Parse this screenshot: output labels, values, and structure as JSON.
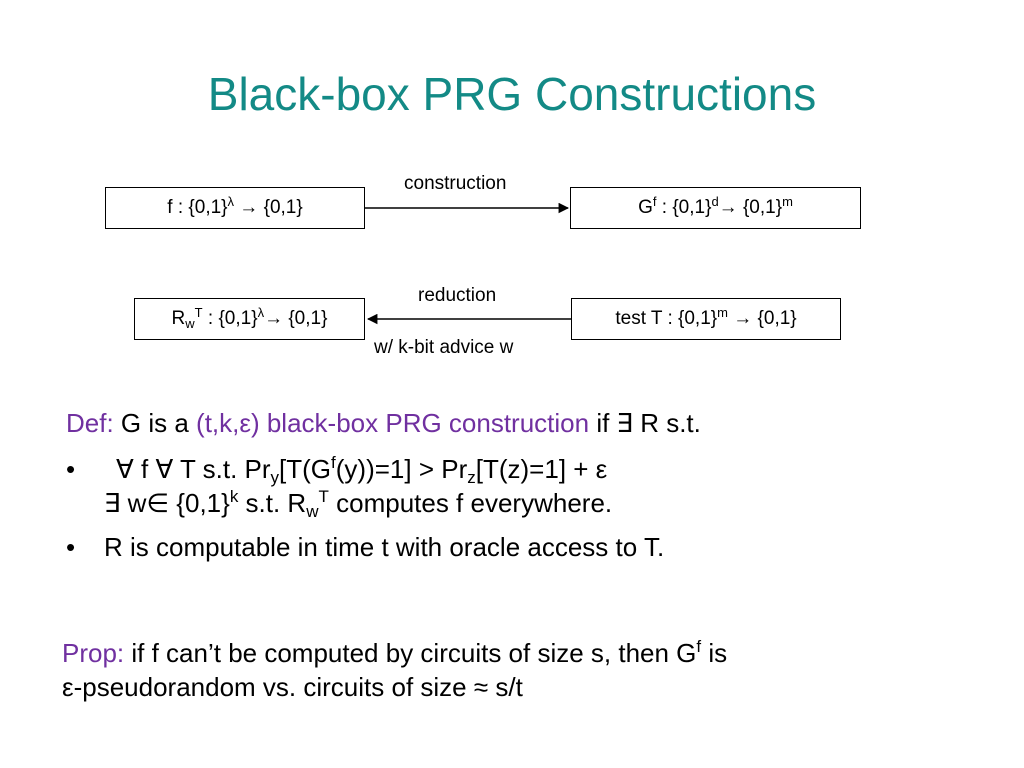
{
  "slide": {
    "title": "Black-box PRG Constructions"
  },
  "diagram": {
    "box_f": {
      "name": "f",
      "sep": " : {0,1}",
      "lambda": "λ",
      "arrow": " → ",
      "codomain": "{0,1}"
    },
    "box_g": {
      "name": "G",
      "name_sup": "f",
      "sep": " : {0,1}",
      "d": "d",
      "arrow": "→",
      "codomain": " {0,1}",
      "m": "m"
    },
    "box_r": {
      "name": "R",
      "name_sub": "w",
      "name_sup": "T",
      "sep": " : {0,1}",
      "lambda": "λ",
      "arrow": "→",
      "codomain": " {0,1}"
    },
    "box_t": {
      "text": "test T : {0,1}",
      "m": "m",
      "arrow": " → ",
      "codomain": "{0,1}"
    },
    "construction_label": "construction",
    "reduction_label": "reduction",
    "advice_label": "w/ k-bit advice w"
  },
  "definition": {
    "prefix": "Def:",
    "text1": " G is a ",
    "params": "(t,k,ε)",
    "term": " black-box PRG construction",
    "text2": " if ∃ R s.t."
  },
  "bullets": {
    "dot": "•",
    "b1_l1_a": "∀ f ∀ T  s.t. Pr",
    "b1_l1_sub_y": "y",
    "b1_l1_b": "[T(G",
    "b1_l1_sup_f": "f",
    "b1_l1_c": "(y))=1] > Pr",
    "b1_l1_sub_z": "z",
    "b1_l1_d": "[T(z)=1] + ε",
    "b1_l2_a": "∃ w∈ {0,1}",
    "b1_l2_sup_k": "k",
    "b1_l2_b": " s.t. R",
    "b1_l2_sub_w": "w",
    "b1_l2_sup_t": "T",
    "b1_l2_c": " computes f everywhere.",
    "b2": "R is computable in time t with oracle access to T."
  },
  "proposition": {
    "prefix": "Prop:",
    "l1_a": " if f can’t be computed by circuits of size s, then G",
    "l1_sup_f": "f",
    "l1_b": " is",
    "l2": "ε-pseudorandom  vs. circuits of size ≈ s/t"
  },
  "colors": {
    "title": "#138a86",
    "accent": "#7030a0",
    "text": "#000000"
  }
}
